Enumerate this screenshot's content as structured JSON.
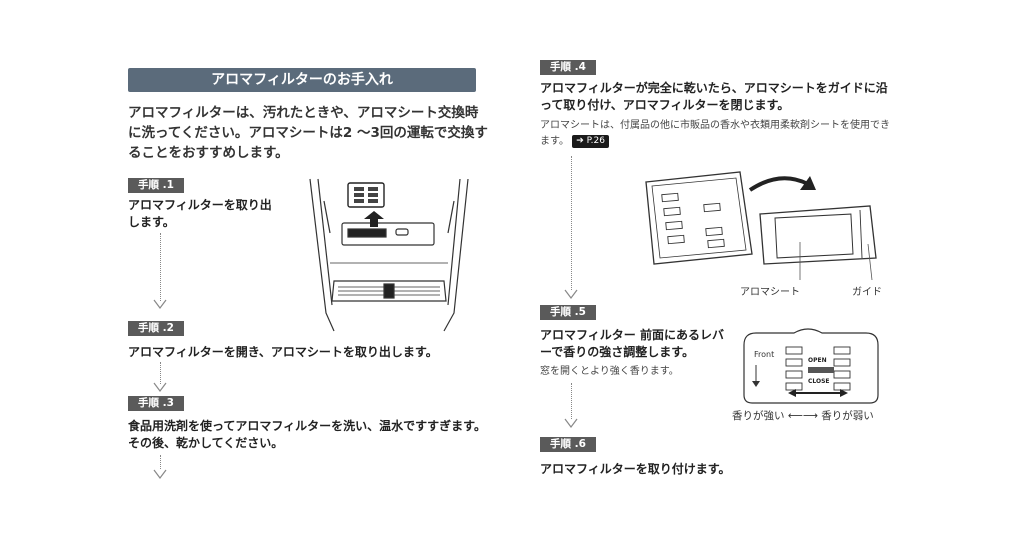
{
  "left": {
    "banner": "アロマフィルターのお手入れ",
    "intro": "アロマフィルターは、汚れたときや、アロマシート交換時に洗ってください。アロマシートは2 ～3回の運転で交換することをおすすめします。",
    "step1": {
      "label": "手順 .1",
      "text": "アロマフィルターを取り出します。"
    },
    "step2": {
      "label": "手順 .2",
      "text": "アロマフィルターを開き、アロマシートを取り出します。"
    },
    "step3": {
      "label": "手順 .3",
      "text": "食品用洗剤を使ってアロマフィルターを洗い、温水ですすぎます。その後、乾かしてください。"
    }
  },
  "right": {
    "step4": {
      "label": "手順 .4",
      "text": "アロマフィルターが完全に乾いたら、アロマシートをガイドに沿って取り付け、アロマフィルターを閉じます。",
      "note": "アロマシートは、付属品の他に市販品の香水や衣類用柔軟剤シートを使用できます。",
      "ref": "➔ P.26",
      "label_sheet": "アロマシート",
      "label_guide": "ガイド"
    },
    "step5": {
      "label": "手順 .5",
      "text": "アロマフィルター 前面にあるレバーで香りの強さ調整します。",
      "note": "窓を開くとより強く香ります。",
      "front": "Front",
      "open": "OPEN",
      "close": "CLOSE",
      "strong": "香りが強い",
      "weak": "香りが弱い",
      "arrow": "⟵⟶"
    },
    "step6": {
      "label": "手順 .6",
      "text": "アロマフィルターを取り付けます。"
    }
  }
}
